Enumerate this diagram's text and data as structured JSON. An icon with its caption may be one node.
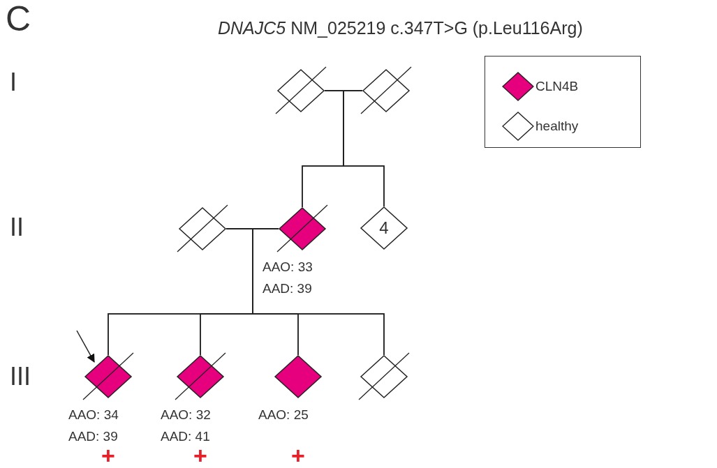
{
  "diagram": {
    "title": "*DNAJC5* NM_025219 c.347T>G (p.Leu116Arg)",
    "nodes": [
      {
        "text": [],
        "shape": "diamond"
      },
      {
        "text": [],
        "shape": "diamond"
      },
      {
        "text": [],
        "shape": "diamond"
      },
      {
        "text": [],
        "shape": "diamond",
        "beside": [
          "AAO: 33",
          "AAD: 39"
        ]
      },
      {
        "text": [
          "4"
        ]
      },
      {
        "text": [],
        "shape": "diamond",
        "beside": [
          "AAO: 34",
          "AAD: 39"
        ]
      },
      {
        "text": [],
        "shape": "diamond",
        "beside": [
          "AAO: 32",
          "AAD: 41"
        ]
      },
      {
        "text": [],
        "shape": "diamond",
        "beside": [
          "AAO: 25"
        ]
      },
      {
        "text": [],
        "shape": "diamond"
      }
    ],
    "edges": [
      {
        "from": 0,
        "to": 1,
        "arrow": "none"
      },
      {
        "from": 0,
        "to": 3,
        "arrow": "none"
      },
      {
        "from": 1,
        "to": 3,
        "arrow": "none"
      },
      {
        "from": 0,
        "to": 4,
        "arrow": "none"
      },
      {
        "from": 1,
        "to": 4,
        "arrow": "none"
      },
      {
        "from": 2,
        "to": 3,
        "arrow": "none"
      },
      {
        "from": 2,
        "to": 5,
        "arrow": "none"
      },
      {
        "from": 2,
        "to": 6,
        "arrow": "none"
      },
      {
        "from": 2,
        "to": 7,
        "arrow": "none"
      },
      {
        "from": 2,
        "to": 8,
        "arrow": "none"
      },
      {
        "from": 3,
        "to": 5,
        "arrow": "none"
      },
      {
        "from": 3,
        "to": 6,
        "arrow": "none"
      },
      {
        "from": 3,
        "to": 7,
        "arrow": "none"
      },
      {
        "from": 3,
        "to": 8,
        "arrow": "none"
      },
      {
        "from": null,
        "to": 5,
        "arrow": "to"
      }
    ],
    "labels": [
      "C",
      "I",
      "II",
      "III",
      "+",
      "+",
      "+"
    ],
    "legend": [
      {
        "text": "CLN4B",
        "color": "#e6007e"
      },
      {
        "text": "healthy"
      }
    ]
  }
}
